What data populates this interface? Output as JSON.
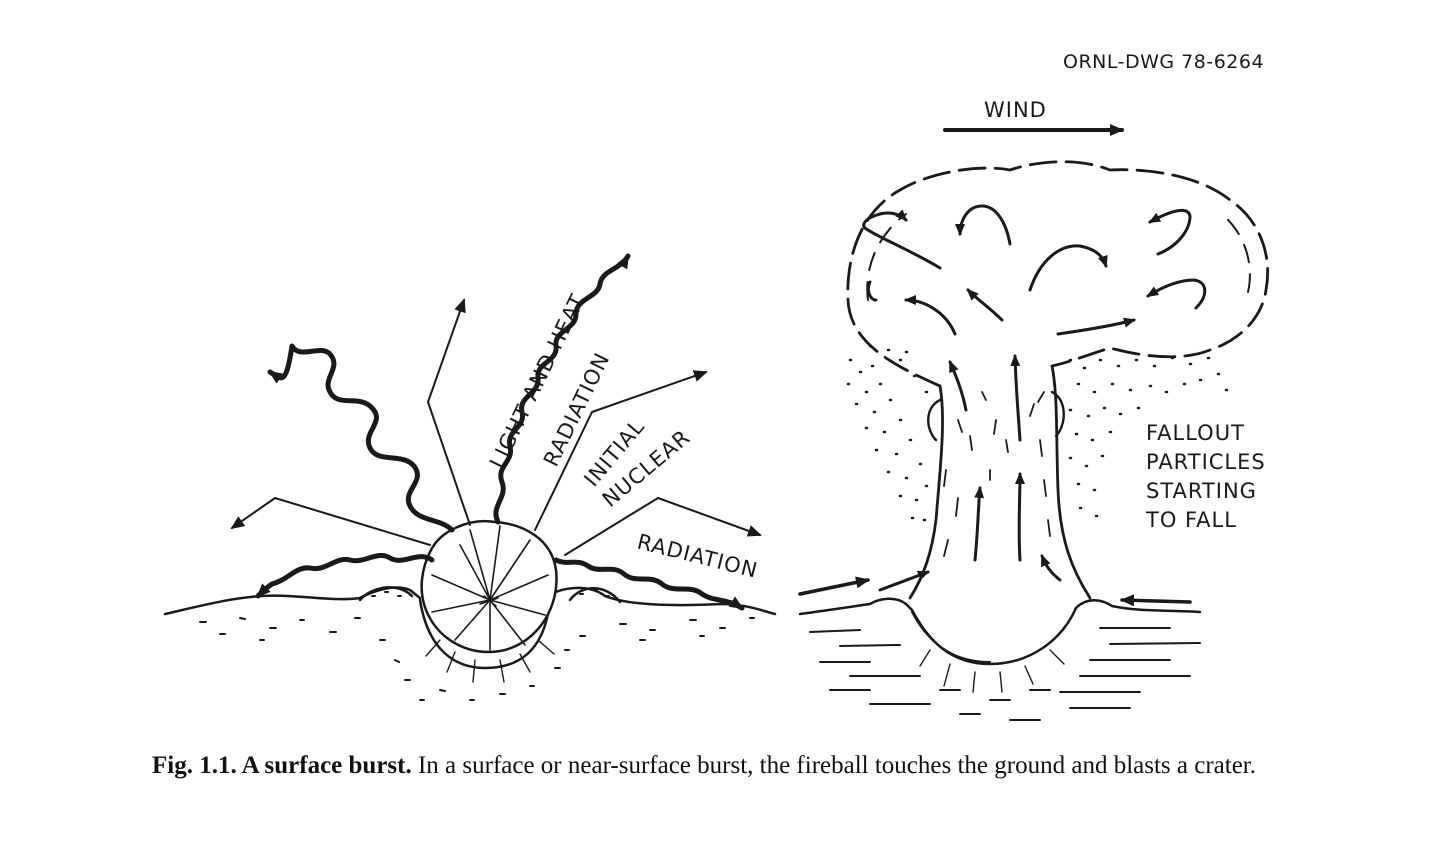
{
  "drawing_number": "ORNL-DWG 78-6264",
  "labels": {
    "light_heat_1": "LIGHT AND HEAT",
    "light_heat_2": "RADIATION",
    "initial_1": "INITIAL",
    "initial_2": "NUCLEAR",
    "radiation": "RADIATION",
    "wind": "WIND",
    "fallout_1": "FALLOUT",
    "fallout_2": "PARTICLES",
    "fallout_3": "STARTING",
    "fallout_4": "TO FALL"
  },
  "caption": {
    "bold": "Fig. 1.1. A surface burst.",
    "text": " In a surface or near-surface burst, the fireball touches the ground and blasts a crater."
  },
  "colors": {
    "ink": "#1a1a1a",
    "paper": "#ffffff"
  }
}
